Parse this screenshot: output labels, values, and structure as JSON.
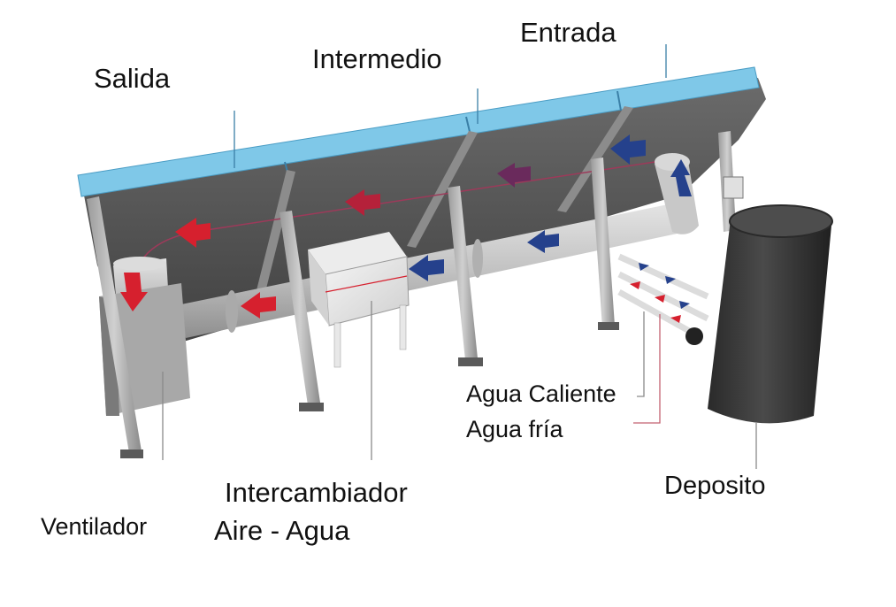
{
  "labels": {
    "salida": "Salida",
    "intermedio": "Intermedio",
    "entrada": "Entrada",
    "agua_caliente": "Agua Caliente",
    "agua_fria": "Agua fría",
    "deposito": "Deposito",
    "intercambiador_line1": "Intercambiador",
    "intercambiador_line2": "Aire - Agua",
    "ventilador": "Ventilador"
  },
  "colors": {
    "panel_edge": "#7fc8e8",
    "panel_face": "#5a5a5a",
    "hot_arrow": "#d6202e",
    "cold_arrow": "#25418c",
    "mixed_arrow": "#6a2a5c",
    "duct": "#bdbdbd",
    "tank": "#3a3a3a"
  },
  "icons": {
    "hot_flow": "arrow-icon-red",
    "cold_flow": "arrow-icon-blue"
  }
}
